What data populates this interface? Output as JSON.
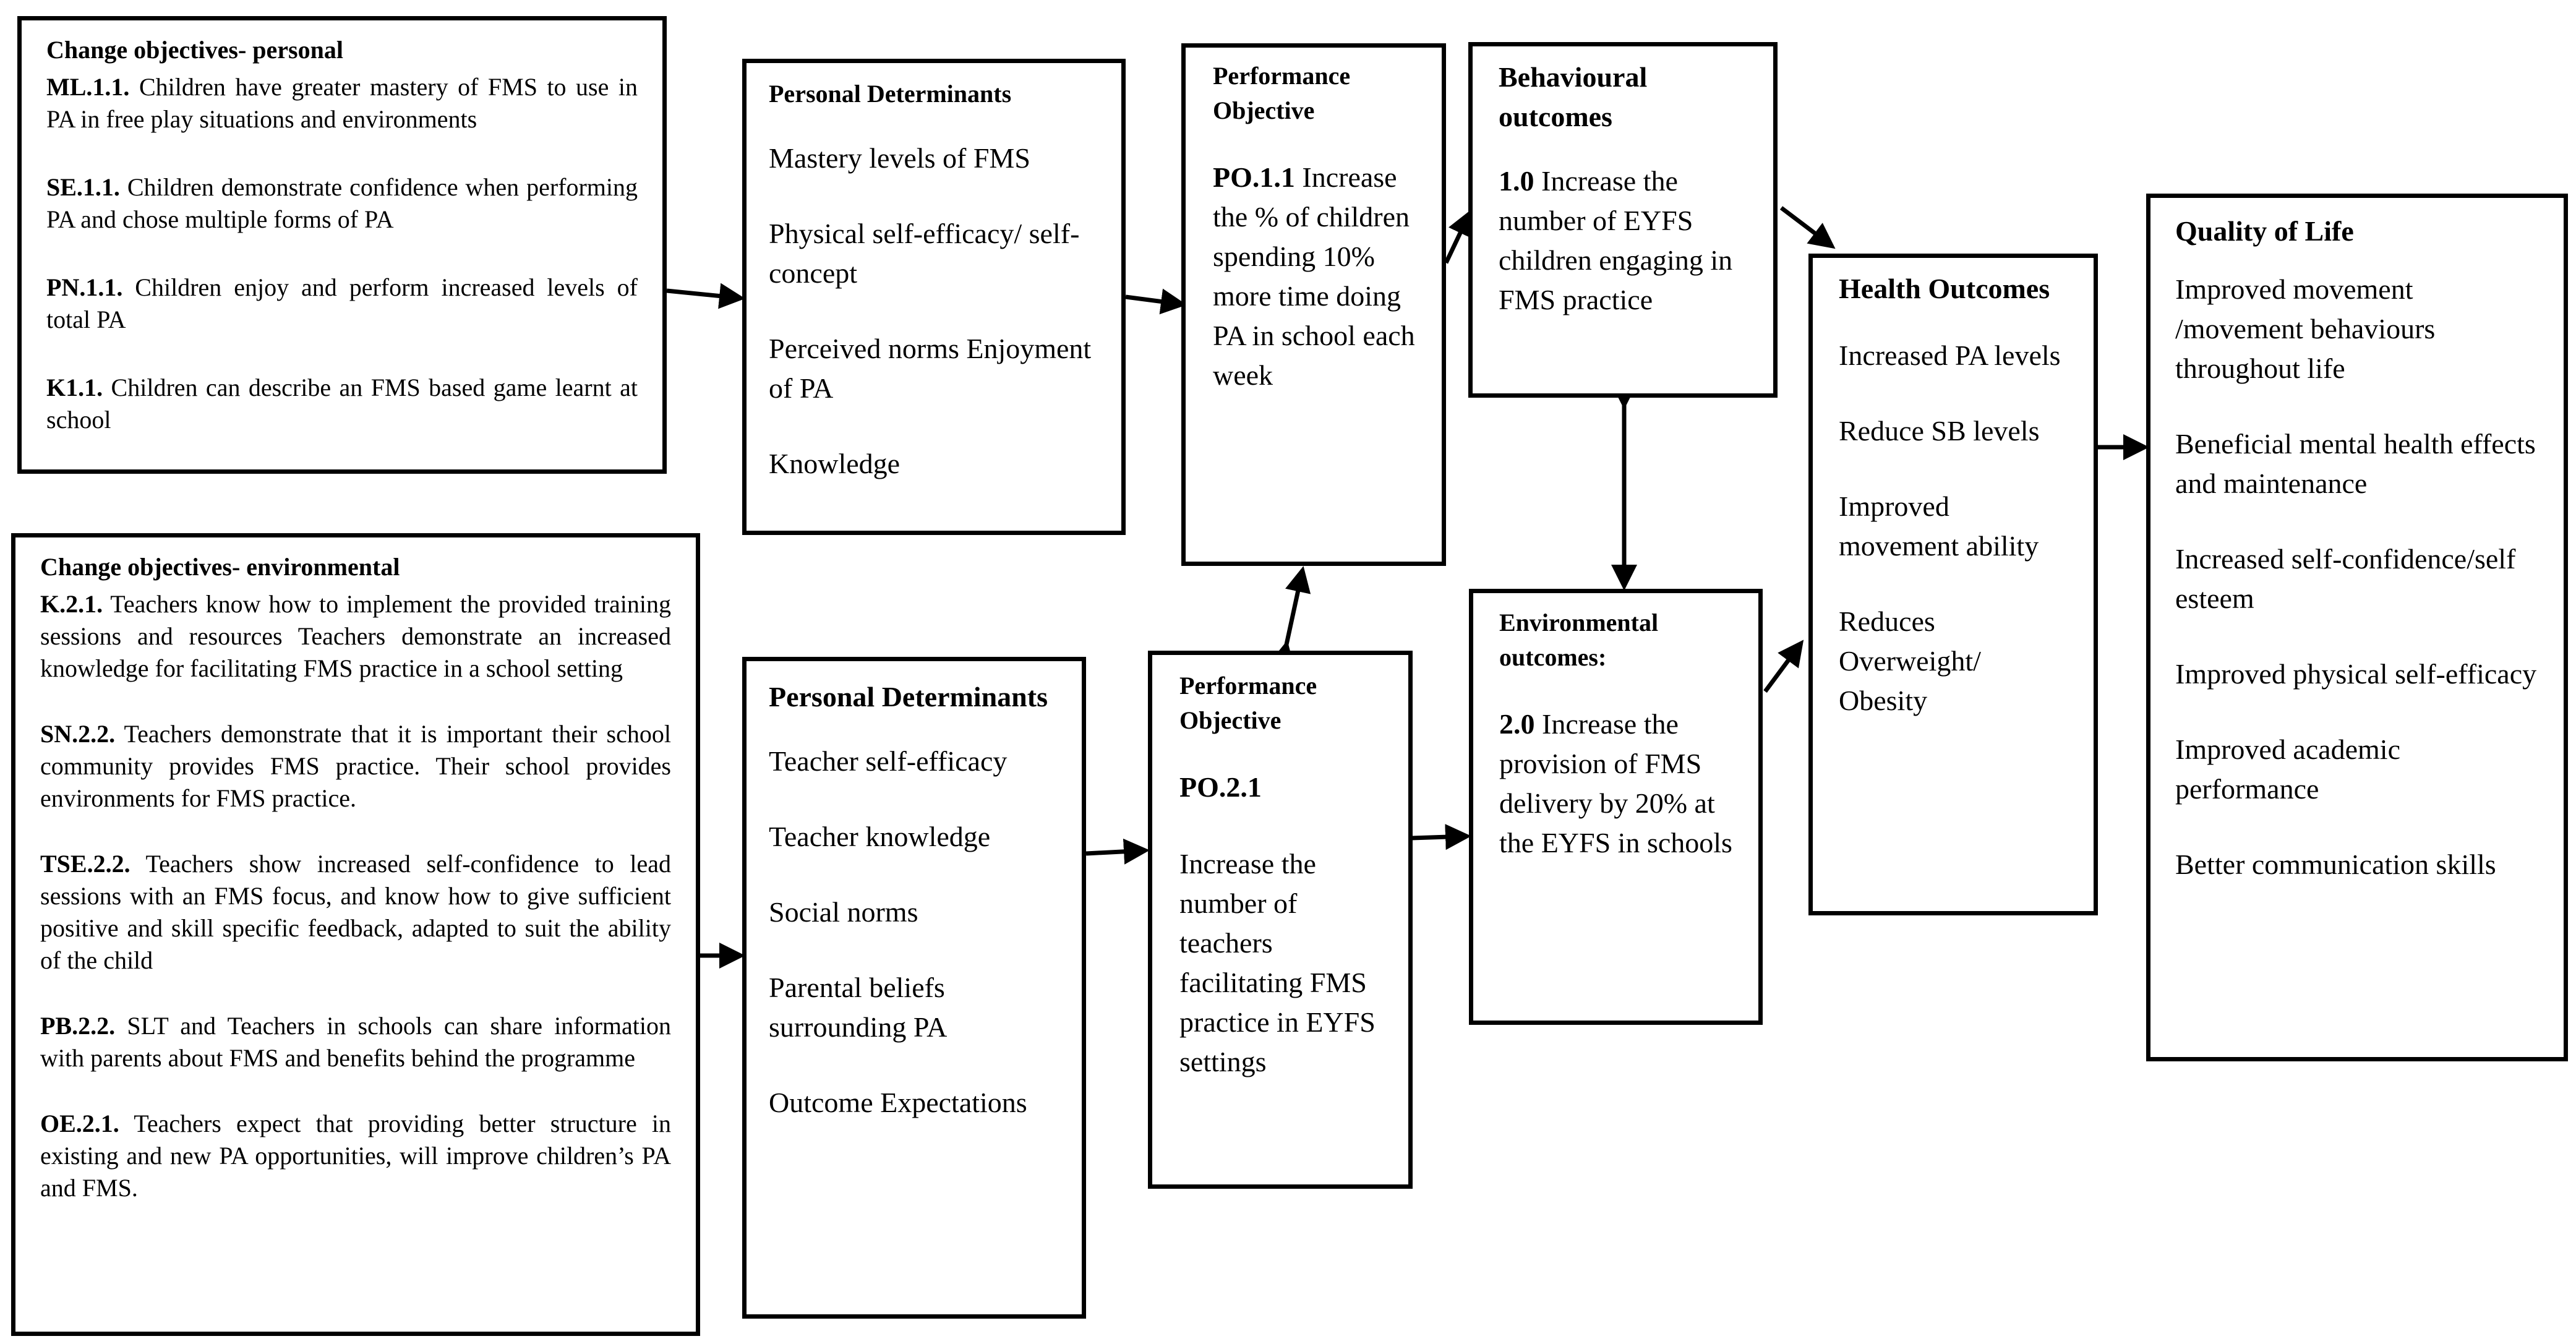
{
  "change_personal": {
    "title": "Change objectives- personal",
    "items": [
      {
        "code": "ML.1.1.",
        "text": "Children have greater mastery of FMS to use in PA in free play situations and environments"
      },
      {
        "code": "SE.1.1.",
        "text": "Children demonstrate confidence when performing PA and chose multiple forms of PA"
      },
      {
        "code": "PN.1.1.",
        "text": "Children enjoy and perform increased levels of total PA"
      },
      {
        "code": "K1.1.",
        "text": "Children can describe an FMS based game learnt at school"
      }
    ]
  },
  "change_environmental": {
    "title": "Change objectives- environmental",
    "items": [
      {
        "code": "K.2.1.",
        "text": "Teachers know how to implement the provided training sessions and resources Teachers demonstrate an increased knowledge for facilitating FMS practice in a school setting"
      },
      {
        "code": "SN.2.2.",
        "text": "Teachers demonstrate that it is important their school community provides FMS practice. Their school provides environments for FMS practice."
      },
      {
        "code": "TSE.2.2.",
        "text": "Teachers show increased self-confidence to lead sessions with an FMS focus, and know how to give sufficient positive and skill specific feedback, adapted to suit the ability of the child"
      },
      {
        "code": "PB.2.2.",
        "text": "SLT and Teachers in schools can share information with parents about FMS and benefits behind the programme"
      },
      {
        "code": "OE.2.1.",
        "text": "Teachers expect that providing better structure in existing and new PA opportunities, will improve children’s PA and FMS."
      }
    ]
  },
  "personal_determinants_1": {
    "title": "Personal Determinants",
    "items": [
      "Mastery levels of FMS",
      "Physical self-efficacy/ self-concept",
      "Perceived norms Enjoyment of PA",
      "Knowledge"
    ]
  },
  "personal_determinants_2": {
    "title": "Personal Determinants",
    "items": [
      "Teacher self-efficacy",
      "Teacher knowledge",
      "Social norms",
      "Parental beliefs surrounding PA",
      "Outcome Expectations"
    ]
  },
  "performance_objective_1": {
    "title": "Performance Objective",
    "code": "PO.1.1",
    "text": "Increase the % of children spending 10% more time doing PA in school each week"
  },
  "performance_objective_2": {
    "title": "Performance Objective",
    "code": "PO.2.1",
    "text": "Increase the number of teachers facilitating FMS practice in EYFS settings"
  },
  "behavioural_outcomes": {
    "title": "Behavioural outcomes",
    "code": "1.0",
    "text": "Increase the number of EYFS children engaging in FMS practice"
  },
  "environmental_outcomes": {
    "title": "Environmental outcomes:",
    "code": "2.0",
    "text": "Increase the provision of FMS delivery by 20% at the EYFS in schools"
  },
  "health_outcomes": {
    "title": "Health Outcomes",
    "items": [
      "Increased PA levels",
      "Reduce SB levels",
      "Improved movement ability",
      "Reduces Overweight/ Obesity"
    ]
  },
  "quality_of_life": {
    "title": "Quality of Life",
    "items": [
      "Improved movement /movement behaviours throughout life",
      "Beneficial mental health effects and maintenance",
      "Increased self-confidence/self esteem",
      "Improved physical self-efficacy",
      "Improved academic performance",
      "Better communication skills"
    ]
  }
}
